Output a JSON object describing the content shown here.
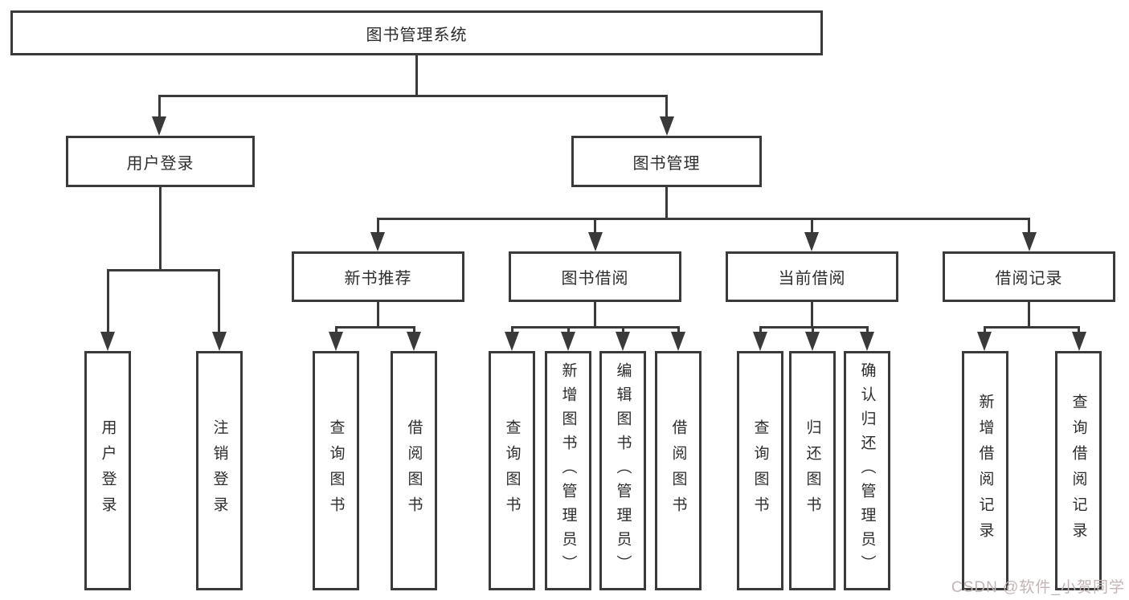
{
  "diagram_title": "图书管理系统",
  "nodes": {
    "root": "图书管理系统",
    "l2": [
      "用户登录",
      "图书管理"
    ],
    "l3": [
      "新书推荐",
      "图书借阅",
      "当前借阅",
      "借阅记录"
    ],
    "leaves": [
      "用户登录",
      "注销登录",
      "查询图书",
      "借阅图书",
      "查询图书",
      "新增图书（管理员）",
      "编辑图书（管理员）",
      "借阅图书",
      "查询图书",
      "归还图书",
      "确认归还（管理员）",
      "新增借阅记录",
      "查询借阅记录"
    ]
  },
  "hierarchy": {
    "图书管理系统": [
      "用户登录",
      "图书管理"
    ],
    "用户登录": [
      "用户登录",
      "注销登录"
    ],
    "图书管理": [
      "新书推荐",
      "图书借阅",
      "当前借阅",
      "借阅记录"
    ],
    "新书推荐": [
      "查询图书",
      "借阅图书"
    ],
    "图书借阅": [
      "查询图书",
      "新增图书（管理员）",
      "编辑图书（管理员）",
      "借阅图书"
    ],
    "当前借阅": [
      "查询图书",
      "归还图书",
      "确认归还（管理员）"
    ],
    "借阅记录": [
      "新增借阅记录",
      "查询借阅记录"
    ]
  },
  "watermark": "CSDN @软件_小贺同学",
  "colors": {
    "line": "#3a3a3a",
    "box_border": "#3a3a3a",
    "text": "#2d2d2d",
    "background": "#ffffff",
    "watermark": "#c3b5b5"
  }
}
